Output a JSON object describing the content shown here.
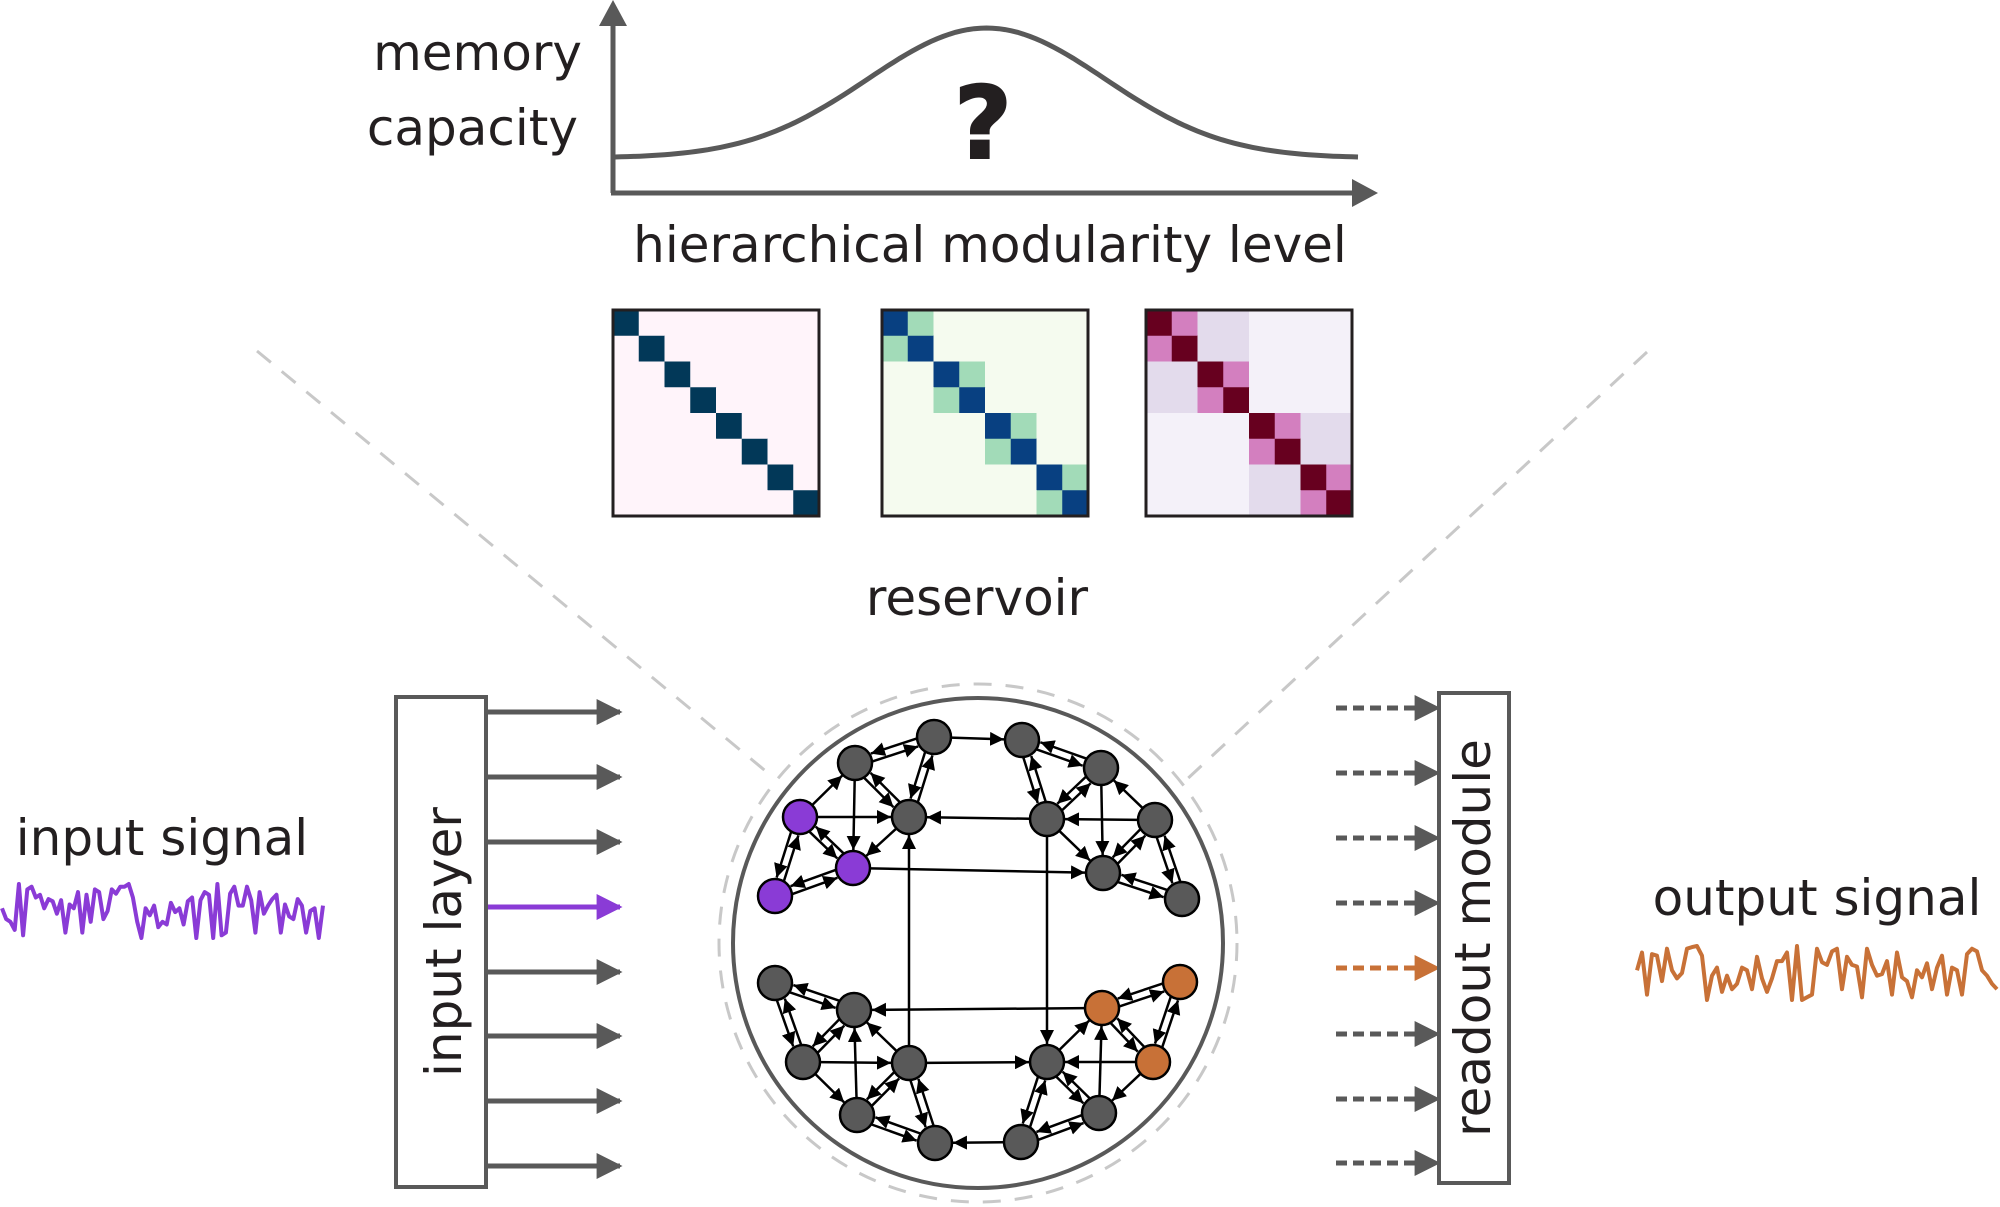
{
  "chart": {
    "ylabel_line1": "memory",
    "ylabel_line2": "capacity",
    "xlabel": "hierarchical modularity level",
    "annotation": "?",
    "curve_shape": "bell",
    "curve_baseline_fraction": 0.22,
    "curve_peak_fraction": 1.0,
    "curve_peak_position_fraction": 0.5
  },
  "matrices": [
    {
      "name": "level-1",
      "size": 8,
      "background": "#fff4fa",
      "colors": [
        "#fff4fa",
        "#023858"
      ],
      "blocks": [
        [
          1
        ]
      ]
    },
    {
      "name": "level-2",
      "size": 8,
      "background": "#f5fbef",
      "colors": [
        "#f5fbef",
        "#a2dbb8",
        "#084081"
      ],
      "blocks": [
        [
          2,
          1
        ]
      ]
    },
    {
      "name": "level-3",
      "size": 8,
      "background": "#f4f1f9",
      "colors": [
        "#f4f1f9",
        "#e3dbec",
        "#d37fbf",
        "#67001f"
      ],
      "blocks": [
        [
          3,
          2,
          1
        ]
      ]
    }
  ],
  "reservoir": {
    "label": "reservoir",
    "node_color": "#595959",
    "input_node_color": "#8a3bd6",
    "output_node_color": "#c87137"
  },
  "input": {
    "signal_label": "input signal",
    "layer_label": "input layer",
    "arrow_count": 8,
    "active_arrow_index": 3,
    "color": "#8a3bd6",
    "signal": [
      0.55,
      0.35,
      0.3,
      0.15,
      1.0,
      0.05,
      0.9,
      0.95,
      0.75,
      0.8,
      0.55,
      0.72,
      0.68,
      0.45,
      0.7,
      0.1,
      0.62,
      0.55,
      0.85,
      0.1,
      0.8,
      0.3,
      0.9,
      0.85,
      0.35,
      0.5,
      0.9,
      0.82,
      0.95,
      0.95,
      1.0,
      0.75,
      0.3,
      0.0,
      0.55,
      0.42,
      0.6,
      0.2,
      0.3,
      0.25,
      0.65,
      0.48,
      0.55,
      0.25,
      0.68,
      0.75,
      0.0,
      0.7,
      0.85,
      0.8,
      0.0,
      1.0,
      0.05,
      0.1,
      0.82,
      0.95,
      0.6,
      0.6,
      0.95,
      0.7,
      0.1,
      0.85,
      0.45,
      0.6,
      0.72,
      0.8,
      0.1,
      0.62,
      0.4,
      0.35,
      0.72,
      0.6,
      0.1,
      0.5,
      0.55,
      0.0,
      0.6
    ]
  },
  "output": {
    "signal_label": "output signal",
    "module_label": "readout module",
    "arrow_count": 8,
    "active_arrow_index": 4,
    "color": "#c87137",
    "signal": [
      0.55,
      0.88,
      0.1,
      0.85,
      0.82,
      0.35,
      0.95,
      0.55,
      0.4,
      0.5,
      0.95,
      0.98,
      1.0,
      0.82,
      0.0,
      0.45,
      0.6,
      0.15,
      0.45,
      0.2,
      0.3,
      0.6,
      0.55,
      0.2,
      0.8,
      0.4,
      0.15,
      0.4,
      0.72,
      0.72,
      0.88,
      0.0,
      1.0,
      0.0,
      0.05,
      0.1,
      0.95,
      0.7,
      0.65,
      0.9,
      0.95,
      0.2,
      0.8,
      0.65,
      0.62,
      0.05,
      0.95,
      0.65,
      0.45,
      0.48,
      0.72,
      0.1,
      0.88,
      0.42,
      0.35,
      0.05,
      0.55,
      0.42,
      0.68,
      0.2,
      0.6,
      0.82,
      0.1,
      0.6,
      0.55,
      0.1,
      0.85,
      0.95,
      0.9,
      0.55,
      0.45,
      0.3,
      0.2
    ]
  },
  "line_color": "#595959",
  "guide_color": "#c8c8c8"
}
